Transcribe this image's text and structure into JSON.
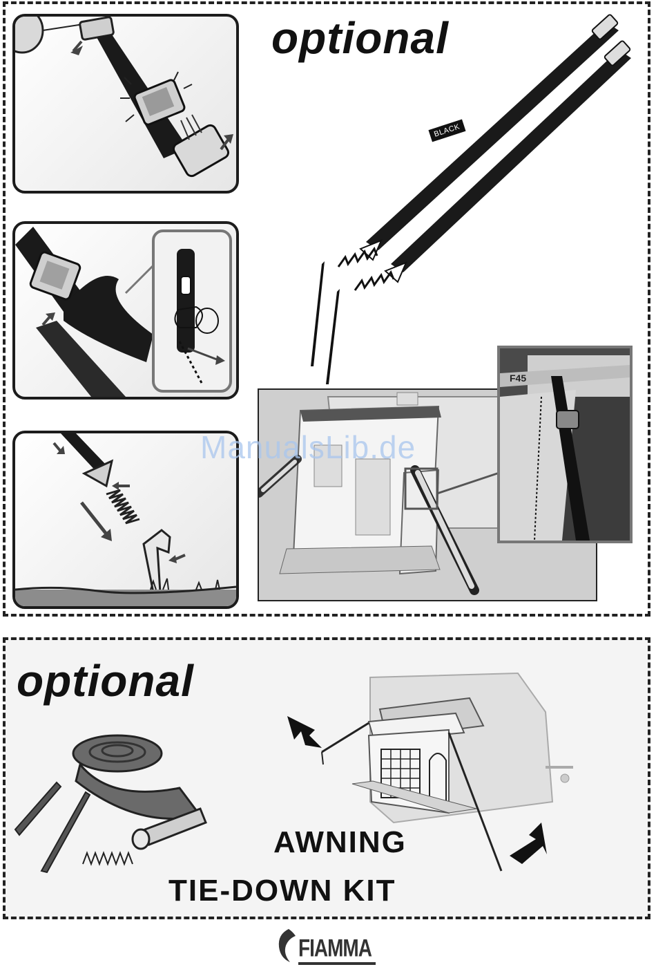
{
  "headings": {
    "optional_top": "optional",
    "optional_bottom": "optional"
  },
  "strap_label": "BLACK",
  "kit_title": {
    "line1": "AWNING",
    "line2": "TIE-DOWN KIT"
  },
  "watermark": "ManualsLib.de",
  "brand": {
    "logo_text": "FIAMMA",
    "photo_badge": "F45"
  },
  "colors": {
    "ink": "#111111",
    "panel_border": "#1c1c1c",
    "strap": "#1a1a1a",
    "watermark": "#a9c6ee"
  },
  "icons": [
    "buckle-icon",
    "spring-icon",
    "peg-icon",
    "arrow-icon",
    "caravan-icon",
    "fiamma-logo-icon"
  ]
}
